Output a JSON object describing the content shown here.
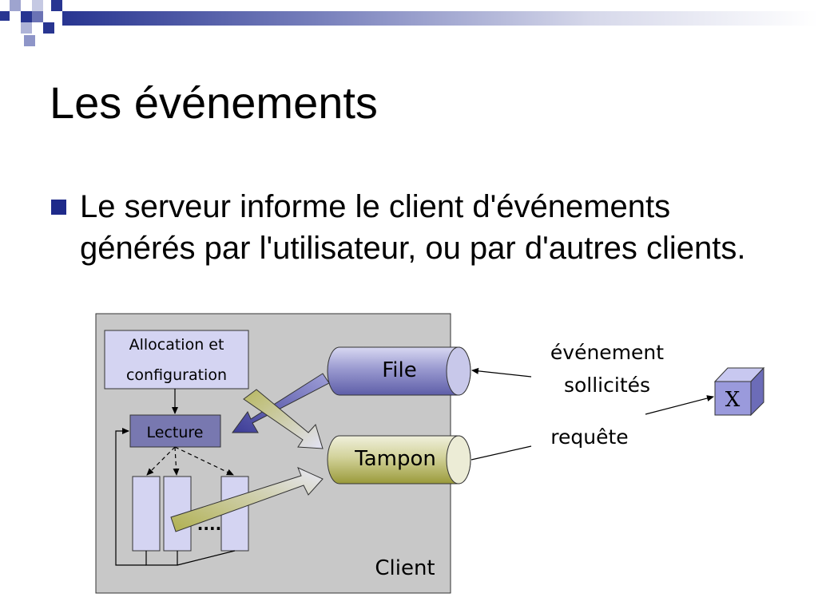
{
  "slide": {
    "title": "Les événements",
    "bullet": "Le serveur informe le client d'événements générés par l'utilisateur, ou par d'autres clients."
  },
  "diagram": {
    "client_label": "Client",
    "allocation_line1": "Allocation et",
    "allocation_line2": "configuration",
    "lecture_label": "Lecture",
    "file_label": "File",
    "tampon_label": "Tampon",
    "dots_label": "....",
    "events_line1": "événement",
    "events_line2": "sollicités",
    "request_label": "requête",
    "server_label": "X"
  },
  "colors": {
    "bullet": "#1e2a8a",
    "client_bg": "#c8c8c8",
    "box_fill": "#d4d4f2",
    "lecture_fill": "#7878b0",
    "file_fill": "#8e8ec8",
    "tampon_fill": "#b2b25c",
    "server_fill": "#9a9adc"
  }
}
